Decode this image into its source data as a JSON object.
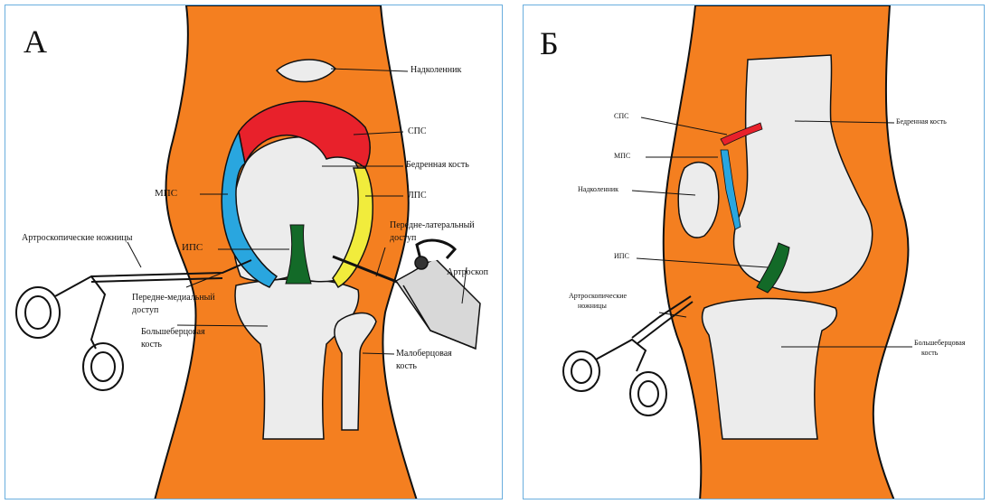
{
  "colors": {
    "skin": "#f47f20",
    "bone": "#ececec",
    "outline": "#111111",
    "spc": "#e8212b",
    "mpc": "#29a6df",
    "lpc": "#f1ec3c",
    "ipc": "#136a28",
    "frame": "#6aaede"
  },
  "panel_a": {
    "letter": "А",
    "labels": {
      "patella": "Надколенник",
      "spc": "СПС",
      "femur": "Бедренная кость",
      "lpc": "ЛПС",
      "mpc": "МПС",
      "anterolateral_1": "Передне-латеральный",
      "anterolateral_2": "доступ",
      "arthroscopic_scissors": "Артроскопические ножницы",
      "ipc": "ИПС",
      "arthroscope": "Артроскоп",
      "anteromedial_1": "Передне-медиальный",
      "anteromedial_2": "доступ",
      "tibia_1": "Большеберцовая",
      "tibia_2": "кость",
      "fibula_1": "Малоберцовая",
      "fibula_2": "кость"
    }
  },
  "panel_b": {
    "letter": "Б",
    "labels": {
      "spc": "СПС",
      "femur": "Бедренная кость",
      "mpc": "МПС",
      "patella": "Надколенник",
      "ipc": "ИПС",
      "scissors_1": "Артроскопические",
      "scissors_2": "ножницы",
      "tibia_1": "Большеберцовая",
      "tibia_2": "кость"
    }
  }
}
